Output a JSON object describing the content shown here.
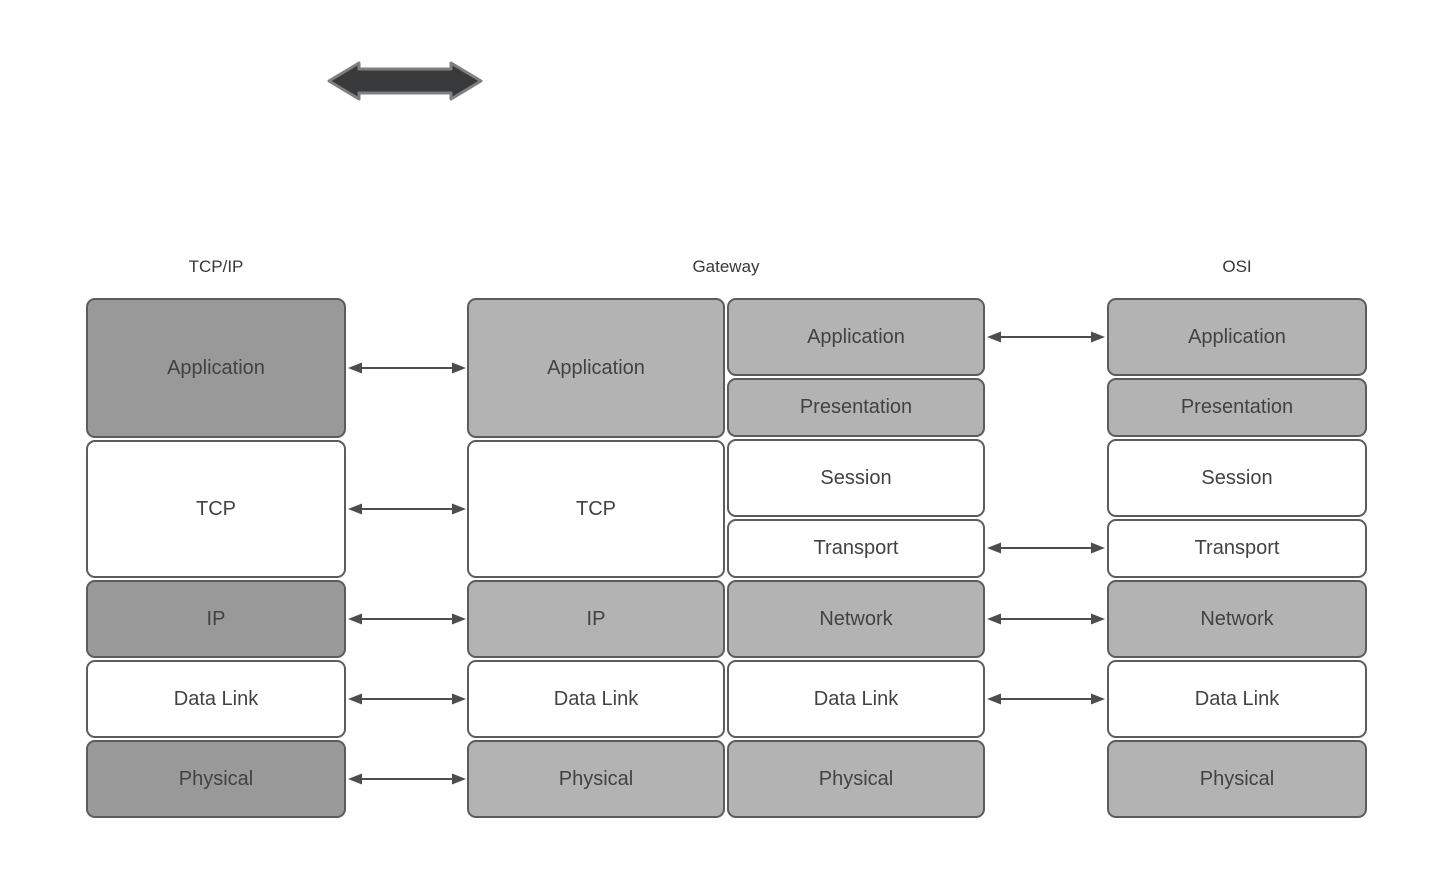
{
  "titles": {
    "tcpip": "TCP/IP",
    "gateway": "Gateway",
    "osi": "OSI"
  },
  "tcpip_layers": [
    {
      "label": "Application"
    },
    {
      "label": "TCP"
    },
    {
      "label": "IP"
    },
    {
      "label": "Data Link"
    },
    {
      "label": "Physical"
    }
  ],
  "gateway_left_layers": [
    {
      "label": "Application"
    },
    {
      "label": "TCP"
    },
    {
      "label": "IP"
    },
    {
      "label": "Data Link"
    },
    {
      "label": "Physical"
    }
  ],
  "gateway_right_layers": [
    {
      "label": "Application"
    },
    {
      "label": "Presentation"
    },
    {
      "label": "Session"
    },
    {
      "label": "Transport"
    },
    {
      "label": "Network"
    },
    {
      "label": "Data Link"
    },
    {
      "label": "Physical"
    }
  ],
  "osi_layers": [
    {
      "label": "Application"
    },
    {
      "label": "Presentation"
    },
    {
      "label": "Session"
    },
    {
      "label": "Transport"
    },
    {
      "label": "Network"
    },
    {
      "label": "Data Link"
    },
    {
      "label": "Physical"
    }
  ],
  "connected_rows": {
    "tcpip_to_gateway": [
      "Application",
      "TCP",
      "IP",
      "Data Link",
      "Physical"
    ],
    "gateway_to_osi": [
      "Application",
      "Transport",
      "Network",
      "Data Link"
    ]
  },
  "colors": {
    "tcpip_gray_fill": "#999999",
    "gateway_osi_gray_fill": "#b3b3b3",
    "white_fill": "#ffffff",
    "box_border": "#5c5c5c",
    "connector_arrow": "#4d4d4d",
    "thick_arrow_fill": "#37393b",
    "thick_arrow_stroke": "#7f7f7f",
    "label_text": "#424242",
    "title_text": "#383838",
    "background": "#ffffff"
  }
}
